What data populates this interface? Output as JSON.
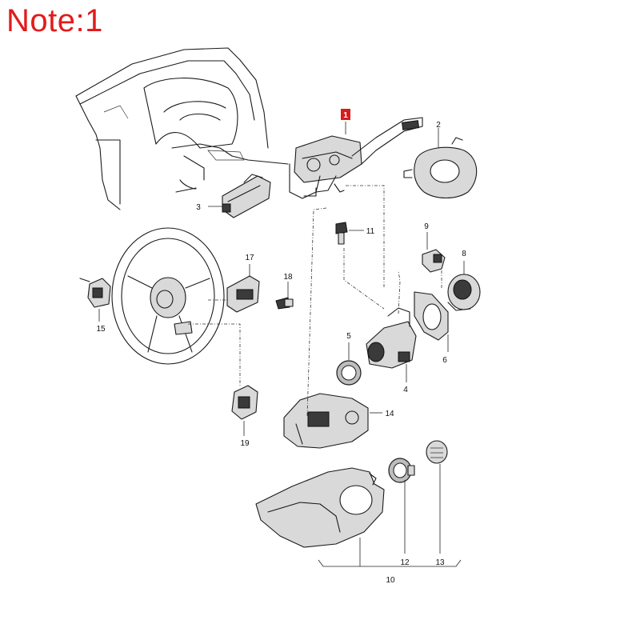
{
  "note": "Note:1",
  "callouts": {
    "p1": "1",
    "p2": "2",
    "p3": "3",
    "p4": "4",
    "p5": "5",
    "p6": "6",
    "p8": "8",
    "p9": "9",
    "p10": "10",
    "p11": "11",
    "p12": "12",
    "p13": "13",
    "p14": "14",
    "p15": "15",
    "p17": "17",
    "p18": "18",
    "p19": "19"
  },
  "colors": {
    "note_red": "#e21b1b",
    "highlight_red": "#d71c1c",
    "line": "#1a1a1a"
  }
}
